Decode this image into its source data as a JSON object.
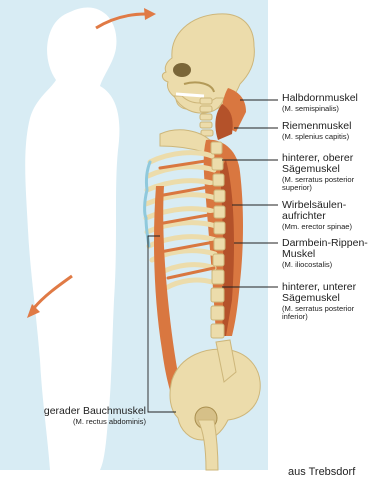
{
  "labels": [
    {
      "de": "Halbdornmuskel",
      "la": "(M. semispinalis)"
    },
    {
      "de": "Riemenmuskel",
      "la": "(M. splenius capitis)"
    },
    {
      "de": "hinterer, oberer\nSägemuskel",
      "la": "(M. serratus posterior\nsuperior)"
    },
    {
      "de": "Wirbelsäulen-\naufrichter",
      "la": "(Mm. erector spinae)"
    },
    {
      "de": "Darmbein-Rippen-\nMuskel",
      "la": "(M. iliocostalis)"
    },
    {
      "de": "hinterer, unterer\nSägemuskel",
      "la": "(M. serratus posterior\ninferior)"
    },
    {
      "de": "gerader Bauchmuskel",
      "la": "(M. rectus abdominis)"
    }
  ],
  "credit": "aus Trebsdorf",
  "colors": {
    "panel": "#d8ecf4",
    "silhouette": "#ffffff",
    "bone": "#ecdcab",
    "bone_shade": "#cdb67a",
    "muscle": "#d97740",
    "muscle_dark": "#b4522a",
    "arrow": "#e07a45",
    "cartilage": "#8fc9dc"
  }
}
